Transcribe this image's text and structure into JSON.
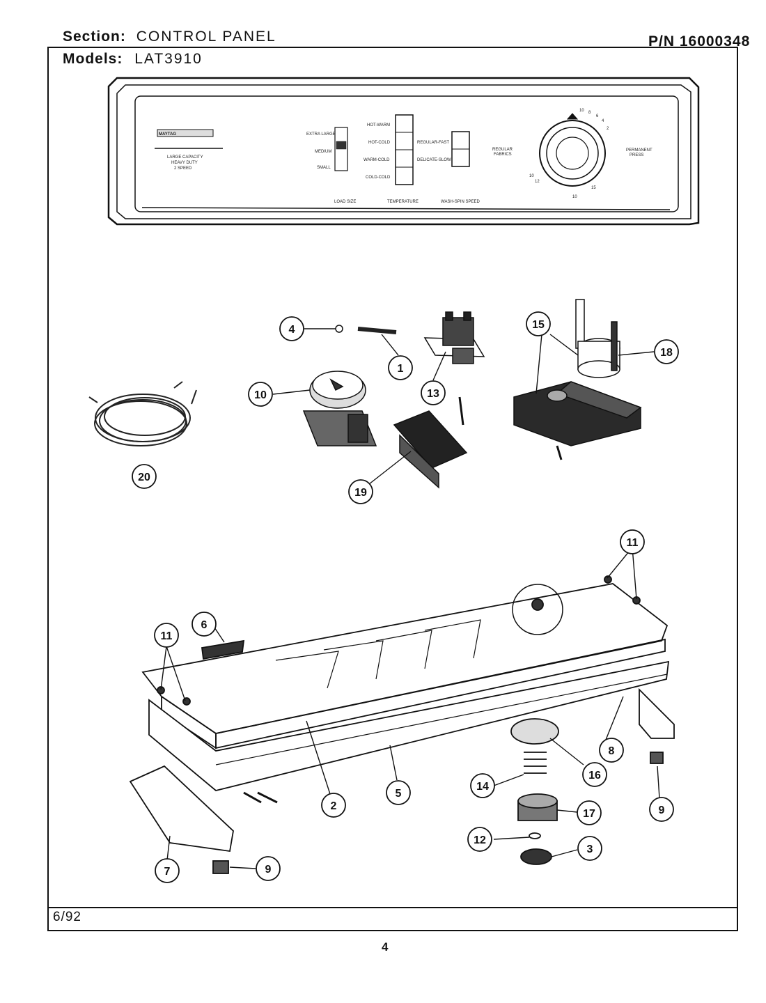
{
  "header": {
    "section_label": "Section:",
    "section_value": "CONTROL PANEL",
    "models_label": "Models:",
    "models_value": "LAT3910",
    "part_number": "P/N 16000348"
  },
  "footer": {
    "date": "6/92",
    "page": "4"
  },
  "panel": {
    "brand": "MAYTAG",
    "subtitle_lines": [
      "LARGE CAPACITY",
      "HEAVY DUTY",
      "2 SPEED"
    ],
    "load_sizes": [
      "EXTRA LARGE",
      "MEDIUM",
      "SMALL"
    ],
    "temperatures": [
      "HOT-WARM",
      "HOT-COLD",
      "WARM-COLD",
      "COLD-COLD"
    ],
    "speeds": [
      "REGULAR-FAST",
      "DELICATE-SLOW"
    ],
    "section_labels": [
      "LOAD SIZE",
      "TEMPERATURE",
      "WASH-SPIN SPEED"
    ],
    "dial_left": [
      "REGULAR",
      "FABRICS"
    ],
    "dial_right": [
      "PERMANENT",
      "PRESS"
    ],
    "dial_numbers": [
      "10",
      "8",
      "6",
      "4",
      "2",
      "12",
      "10",
      "15",
      "10"
    ]
  },
  "callouts": [
    "1",
    "2",
    "3",
    "4",
    "5",
    "6",
    "7",
    "8",
    "9",
    "10",
    "11",
    "12",
    "13",
    "14",
    "15",
    "16",
    "17",
    "18",
    "19",
    "20"
  ]
}
